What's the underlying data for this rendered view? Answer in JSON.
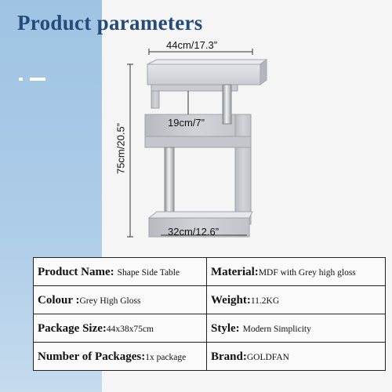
{
  "title": "Product parameters",
  "dimensions": {
    "width": "44cm/17.3”",
    "shelf_gap": "19cm/7”",
    "height": "75cm/20.5”",
    "base": "32cm/12.6”"
  },
  "table": {
    "rows": [
      {
        "k1": "Product Name:",
        "v1": "Shape Side Table",
        "k2": "Material:",
        "v2": "MDF with Grey high gloss"
      },
      {
        "k1": "Colour :",
        "v1": "Grey High Gloss",
        "k2": "Weight:",
        "v2": "11.2KG"
      },
      {
        "k1": "Package Size:",
        "v1": "44x38x75cm",
        "k2": "Style:",
        "v2": "Modern Simplicity"
      },
      {
        "k1": "Number of Packages:",
        "v1": "1x package",
        "k2": "Brand:",
        "v2": "GOLDFAN"
      }
    ]
  },
  "colors": {
    "title": "#244b7a",
    "panel": "#c9ccd1",
    "chrome": "#d7d9dc"
  }
}
